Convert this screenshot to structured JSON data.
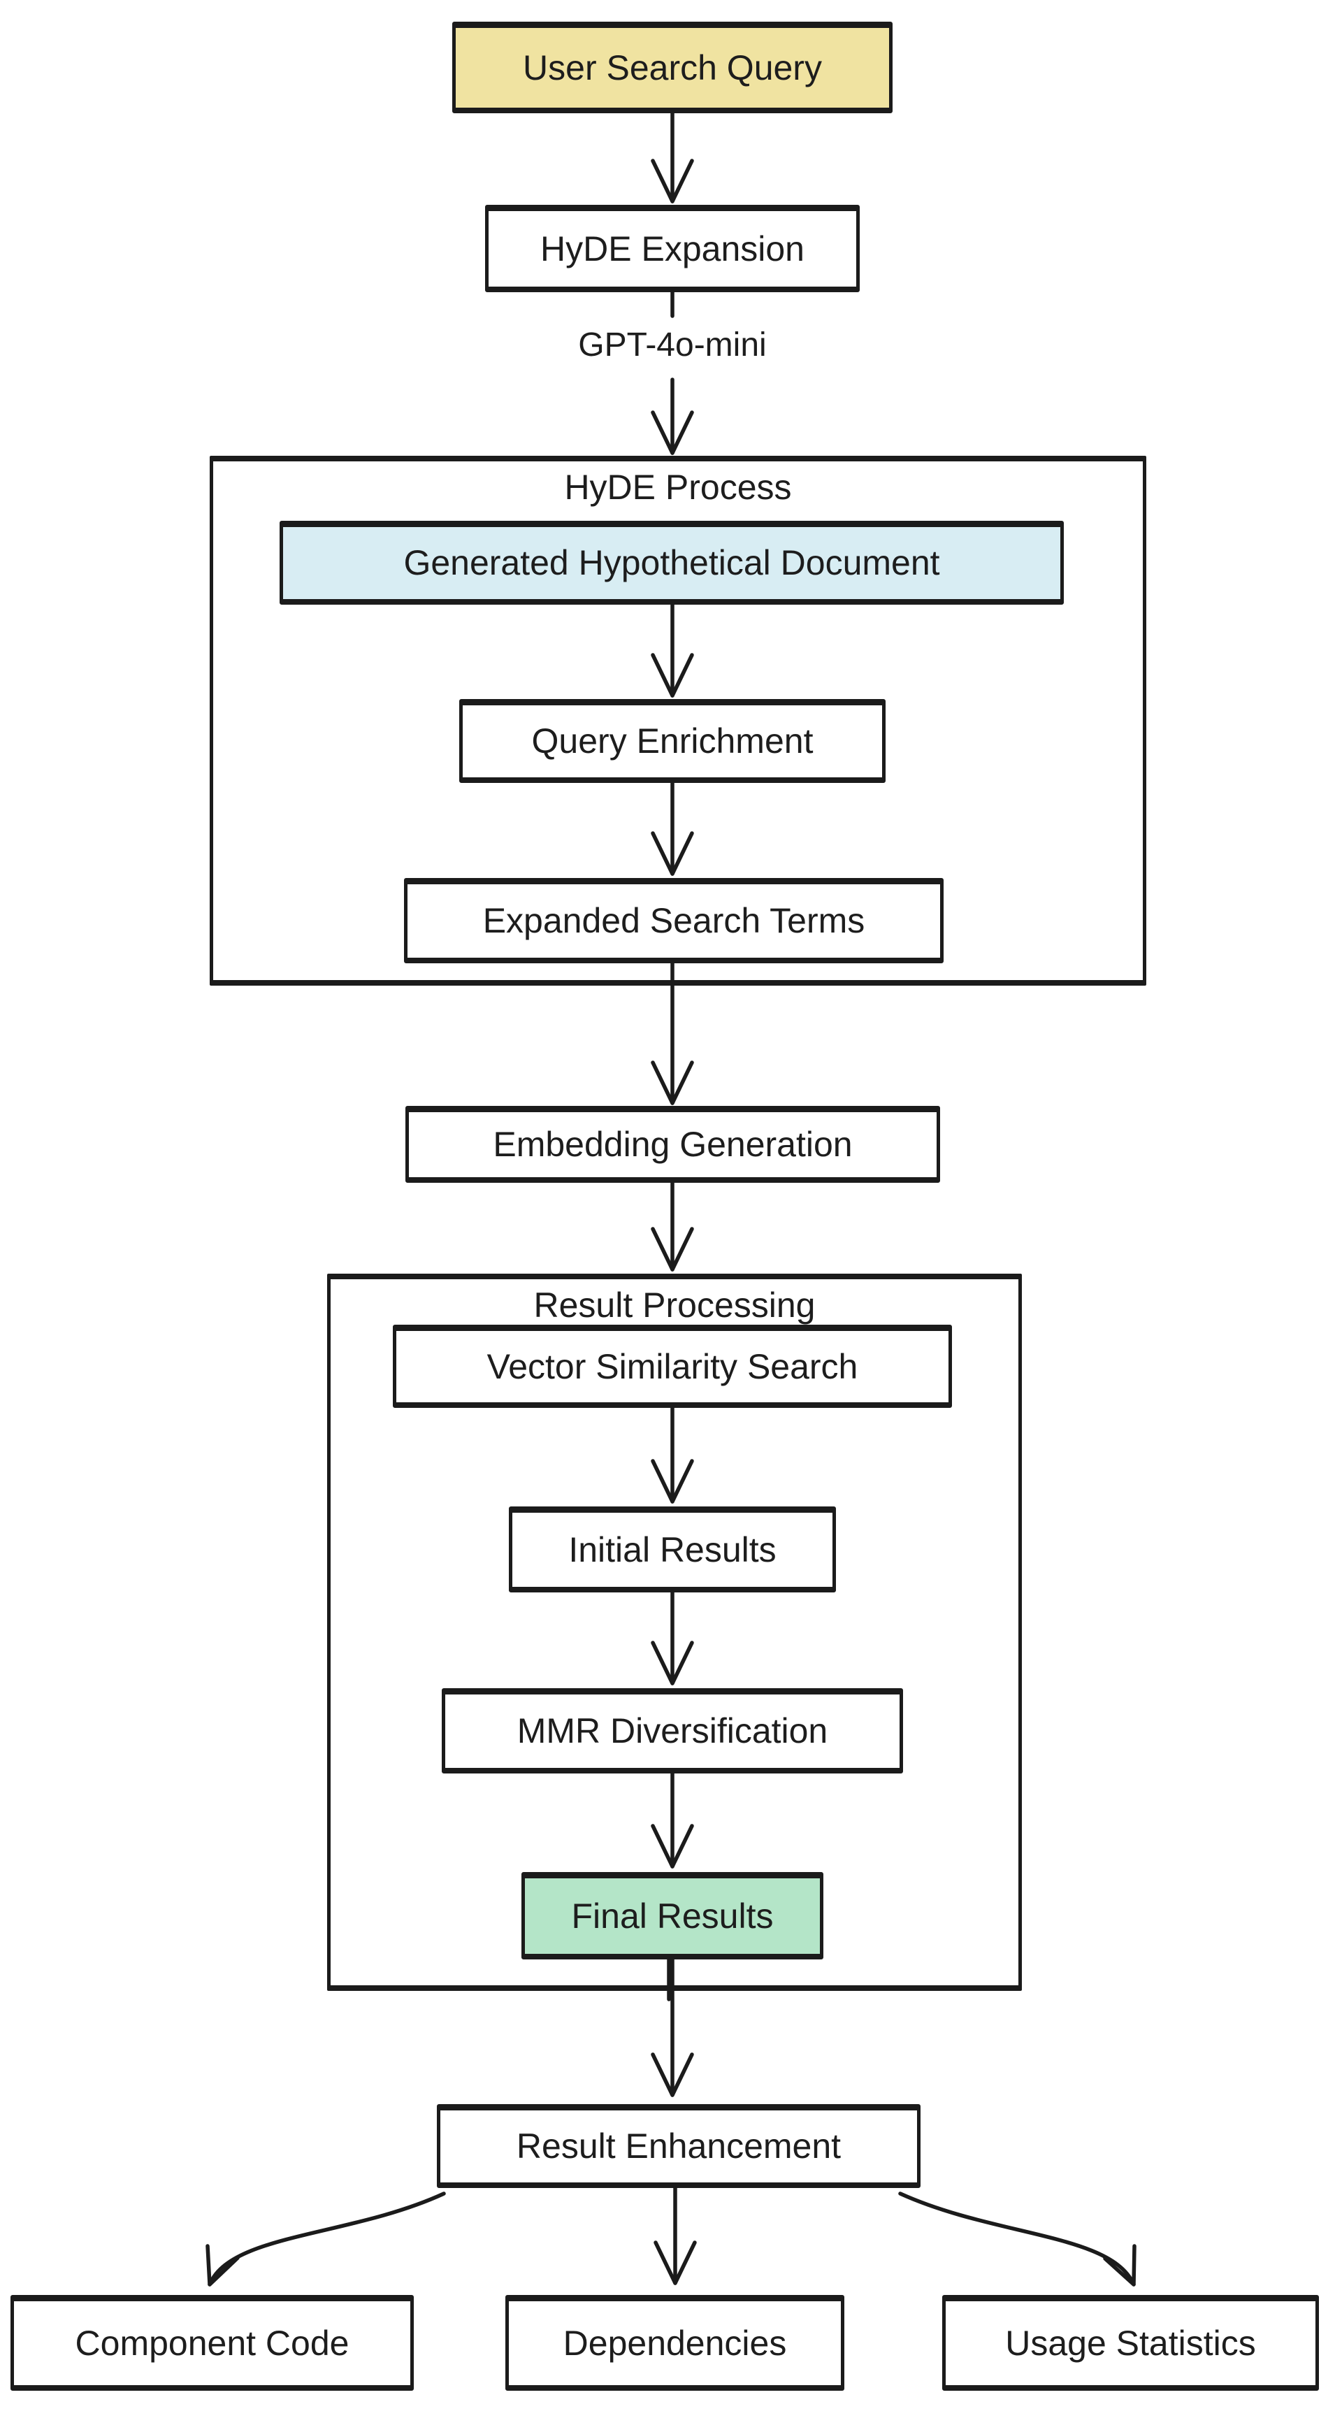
{
  "canvas": {
    "background": "#ffffff",
    "ink": "#1b1b1b"
  },
  "palette": {
    "query_yellow": "#f0e3a1",
    "document_blue": "#d8edf3",
    "result_green": "#b4e5c8",
    "node_white": "#ffffff"
  },
  "annotations": {
    "model_label": "GPT-4o-mini"
  },
  "containers": {
    "hyde_process": {
      "title": "HyDE Process"
    },
    "result_processing": {
      "title": "Result Processing"
    }
  },
  "nodes": {
    "user_search_query": {
      "label": "User Search Query",
      "fill": "#f0e3a1"
    },
    "hyde_expansion": {
      "label": "HyDE Expansion",
      "fill": "#ffffff"
    },
    "generated_hypothetical_document": {
      "label": "Generated Hypothetical Document",
      "fill": "#d8edf3"
    },
    "query_enrichment": {
      "label": "Query Enrichment",
      "fill": "#ffffff"
    },
    "expanded_search_terms": {
      "label": "Expanded Search Terms",
      "fill": "#ffffff"
    },
    "embedding_generation": {
      "label": "Embedding Generation",
      "fill": "#ffffff"
    },
    "vector_similarity_search": {
      "label": "Vector Similarity Search",
      "fill": "#ffffff"
    },
    "initial_results": {
      "label": "Initial Results",
      "fill": "#ffffff"
    },
    "mmr_diversification": {
      "label": "MMR Diversification",
      "fill": "#ffffff"
    },
    "final_results": {
      "label": "Final Results",
      "fill": "#b4e5c8"
    },
    "result_enhancement": {
      "label": "Result Enhancement",
      "fill": "#ffffff"
    },
    "component_code": {
      "label": "Component Code",
      "fill": "#ffffff"
    },
    "dependencies": {
      "label": "Dependencies",
      "fill": "#ffffff"
    },
    "usage_statistics": {
      "label": "Usage Statistics",
      "fill": "#ffffff"
    }
  }
}
